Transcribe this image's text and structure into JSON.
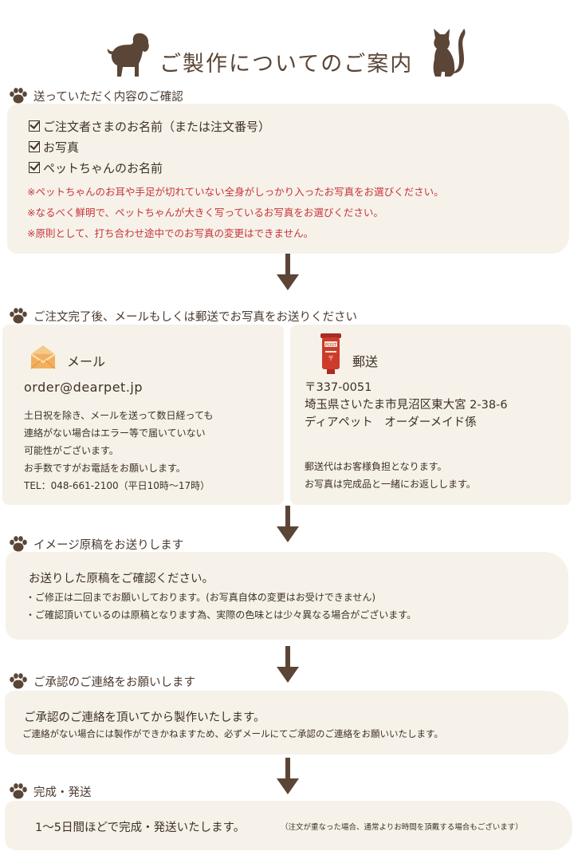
{
  "page_title": "ご製作についてのご案内",
  "section1": {
    "heading": "送っていただく内容のご確認",
    "checklist": [
      "ご注文者さまのお名前（または注文番号）",
      "お写真",
      "ペットちゃんのお名前"
    ],
    "notes": [
      "※ペットちゃんのお耳や手足が切れていない全身がしっかり入ったお写真をお選びください。",
      "※なるべく鮮明で、ペットちゃんが大きく写っているお写真をお選びください。",
      "※原則として、打ち合わせ途中でのお写真の変更はできません。"
    ]
  },
  "section2": {
    "heading": "ご注文完了後、メールもしくは郵送でお写真をお送りください",
    "mail": {
      "label": "メール",
      "address": "order@dearpet.jp",
      "lines": [
        "土日祝を除き、メールを送って数日経っても",
        "連絡がない場合はエラー等で届いていない",
        "可能性がございます。",
        "お手数ですがお電話をお願いします。",
        "TEL：048-661-2100（平日10時～17時）"
      ]
    },
    "post": {
      "label": "郵送",
      "postbox_text": "POST",
      "address_lines": [
        "〒337-0051",
        "埼玉県さいたま市見沼区東大宮 2-38-6",
        "ディアペット　オーダーメイド係"
      ],
      "notes": [
        "郵送代はお客様負担となります。",
        "お写真は完成品と一緒にお返しします。"
      ]
    }
  },
  "section3": {
    "heading": "イメージ原稿をお送りします",
    "main": "お送りした原稿をご確認ください。",
    "bullets": [
      "・ご修正は二回までお願いしております。(お写真自体の変更はお受けできません)",
      "・ご確認頂いているのは原稿となります為、実際の色味とは少々異なる場合がございます。"
    ]
  },
  "section4": {
    "heading": "ご承認のご連絡をお願いします",
    "main": "ご承認のご連絡を頂いてから製作いたします。",
    "sub": "ご連絡がない場合には製作ができかねますため、必ずメールにてご承認のご連絡をお願いいたします。"
  },
  "section5": {
    "heading": "完成・発送",
    "main": "1～5日間ほどで完成・発送いたします。",
    "sub": "（注文が重なった場合、通常よりお時間を頂戴する場合もございます）"
  },
  "colors": {
    "brown": "#5b4536",
    "panel": "#f6f2e9",
    "red_note": "#c8323a",
    "postbox": "#cc3b2b",
    "envelope": "#f2b05e"
  },
  "icons": [
    "dog-silhouette-icon",
    "cat-silhouette-icon",
    "paw-icon",
    "down-arrow-icon",
    "envelope-icon",
    "postbox-icon"
  ]
}
